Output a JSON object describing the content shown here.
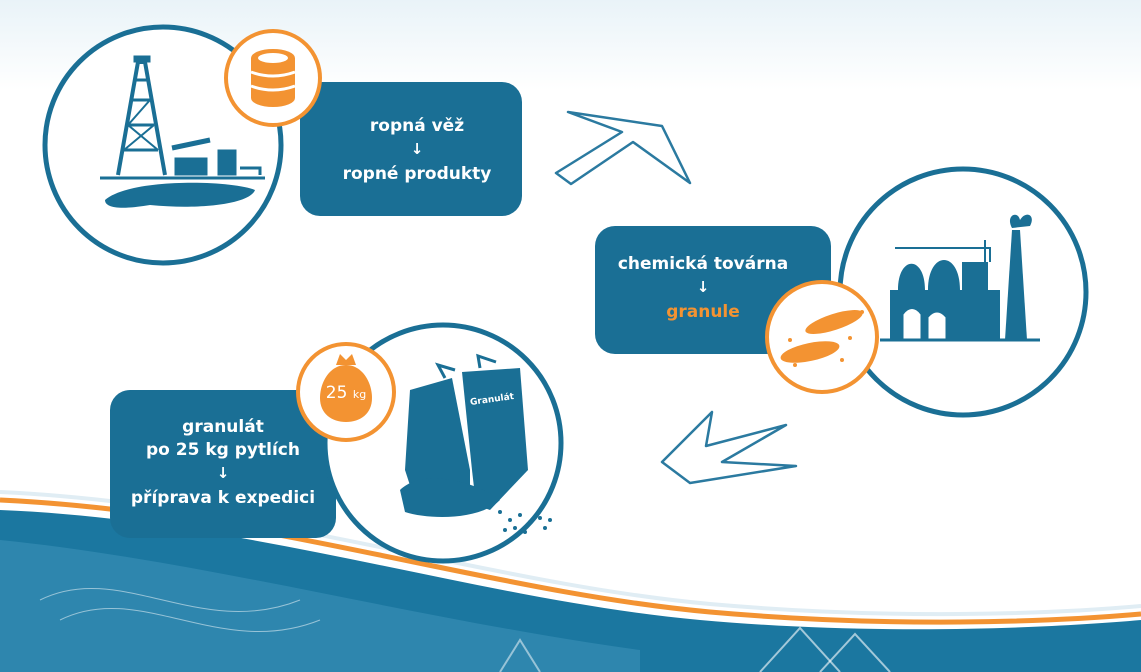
{
  "steps": [
    {
      "top": "ropná věž",
      "bottom": "ropné produkty"
    },
    {
      "top": "chemická továrna",
      "bottom": "granule"
    },
    {
      "top_line1": "granulát",
      "top_line2": "po 25 kg pytlích",
      "bottom": "příprava k expedici"
    }
  ],
  "badge": {
    "value": "25",
    "unit": "kg"
  },
  "bag_label": "Granulát",
  "arrow_glyph": "↓",
  "colors": {
    "primary": "#1a6f95",
    "accent": "#f39332",
    "arrow_outline": "#2b7aa0"
  },
  "icons": [
    "oil-derrick-icon",
    "oil-barrel-icon",
    "chemical-factory-icon",
    "granules-icon",
    "sacks-icon",
    "weight-bag-icon"
  ]
}
